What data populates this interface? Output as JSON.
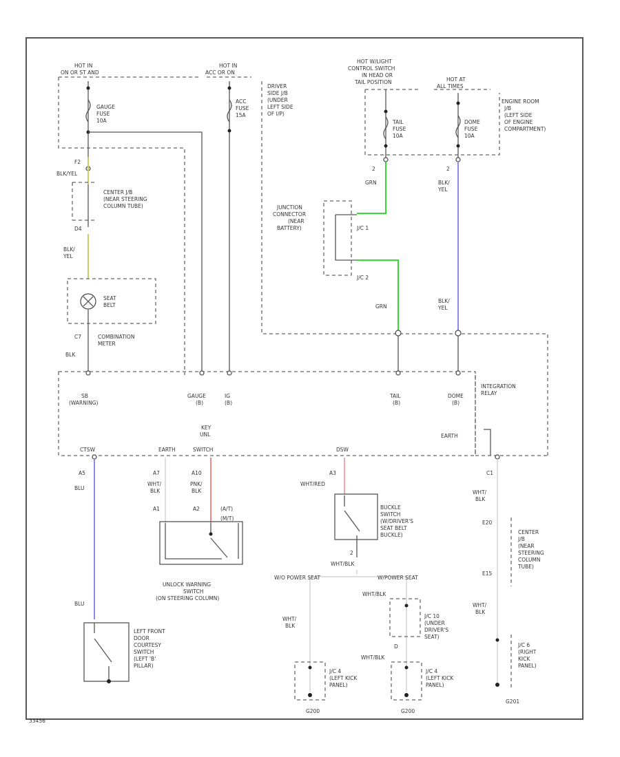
{
  "colors": {
    "green": "#33dd33",
    "blue": "#8888ee",
    "pink": "#ee8888",
    "yellow": "#cccc66",
    "line": "#555555"
  },
  "labels": {
    "hot_in_on_left": [
      "HOT IN",
      "ON OR ST AND"
    ],
    "hot_in_acc": [
      "HOT IN",
      "ACC OR ON"
    ],
    "hot_w_light": [
      "HOT W/LIGHT",
      "CONTROL SWITCH",
      "IN HEAD OR",
      "TAIL POSITION"
    ],
    "hot_at_all": [
      "HOT AT",
      "ALL TIMES"
    ],
    "gauge_fuse": [
      "GAUGE",
      "FUSE",
      "10A"
    ],
    "acc_fuse": [
      "ACC",
      "FUSE",
      "15A"
    ],
    "tail_fuse": [
      "TAIL",
      "FUSE",
      "10A"
    ],
    "dome_fuse": [
      "DOME",
      "FUSE",
      "10A"
    ],
    "driver_jb": [
      "DRIVER",
      "SIDE J/B",
      "(UNDER",
      "LEFT SIDE",
      "OF I/P)"
    ],
    "engine_jb": [
      "ENGINE ROOM",
      "J/B",
      "(LEFT SIDE",
      "OF ENGINE",
      "COMPARTMENT)"
    ],
    "f2": "F2",
    "blk_yel": "BLK/YEL",
    "center_jb_top": [
      "CENTER J/B",
      "(NEAR STEERING",
      "COLUMN TUBE)"
    ],
    "d4": "D4",
    "wire_blk_yel": [
      "BLK/",
      "YEL"
    ],
    "seat_belt": [
      "SEAT",
      "BELT"
    ],
    "c7": "C7",
    "blk": "BLK",
    "combination_meter": [
      "COMBINATION",
      "METER"
    ],
    "junction_connector": [
      "JUNCTION",
      "CONNECTOR",
      "(NEAR",
      "BATTERY)"
    ],
    "jc1": "J/C 1",
    "jc2": "J/C 2",
    "grn": "GRN",
    "p2": "2",
    "integration_relay": [
      "INTEGRATION",
      "RELAY"
    ],
    "relay_pins": {
      "sb": [
        "SB",
        "(WARNING)"
      ],
      "gauge": [
        "GAUGE",
        "(B)"
      ],
      "ig": [
        "IG",
        "(B)"
      ],
      "tail": [
        "TAIL",
        "(B)"
      ],
      "dome": [
        "DOME",
        "(B)"
      ],
      "key": [
        "KEY",
        "UNL",
        "SWITCH"
      ],
      "earth": "EARTH",
      "dsw": "DSW"
    },
    "a5": "A5",
    "blu": "BLU",
    "a7": "A7",
    "a10": "A10",
    "a3": "A3",
    "wht_blk": [
      "WHT/",
      "BLK"
    ],
    "pnk_blk": [
      "PNK/",
      "BLK"
    ],
    "wht_red": "WHT/RED",
    "a1": "A1",
    "a2": "A2",
    "a_t": "(A/T)",
    "mt": "(M/T)",
    "unlock_switch": [
      "UNLOCK WARNING",
      "SWITCH",
      "(ON STEERING COLUMN)"
    ],
    "buckle_switch": [
      "BUCKLE",
      "SWITCH",
      "(W/DRIVER'S",
      "SEAT BELT",
      "BUCKLE)"
    ],
    "wht_blk_inline": "WHT/BLK",
    "wo_power_seat": "W/O POWER SEAT",
    "w_power_seat": "W/POWER SEAT",
    "jc10": [
      "J/C 10",
      "(UNDER",
      "DRIVER'S",
      "SEAT)"
    ],
    "jc4_a": [
      "J/C 4",
      "(LEFT KICK",
      "PANEL)"
    ],
    "jc4_b": [
      "J/C 4",
      "(LEFT KICK",
      "PANEL)"
    ],
    "jc6": [
      "J/C 6",
      "(RIGHT",
      "KICK",
      "PANEL)"
    ],
    "d": "D",
    "c1": "C1",
    "e20": "E20",
    "e15": "E15",
    "center_jb_bottom": [
      "CENTER",
      "J/B",
      "(NEAR",
      "STEERING",
      "COLUMN",
      "TUBE)"
    ],
    "left_door": [
      "LEFT FRONT",
      "DOOR",
      "COURTESY",
      "SWITCH",
      "(LEFT 'B'",
      "PILLAR)"
    ],
    "g200_a": "G200",
    "g200_b": "G200",
    "g201": "G201",
    "corner_id": "33456"
  }
}
